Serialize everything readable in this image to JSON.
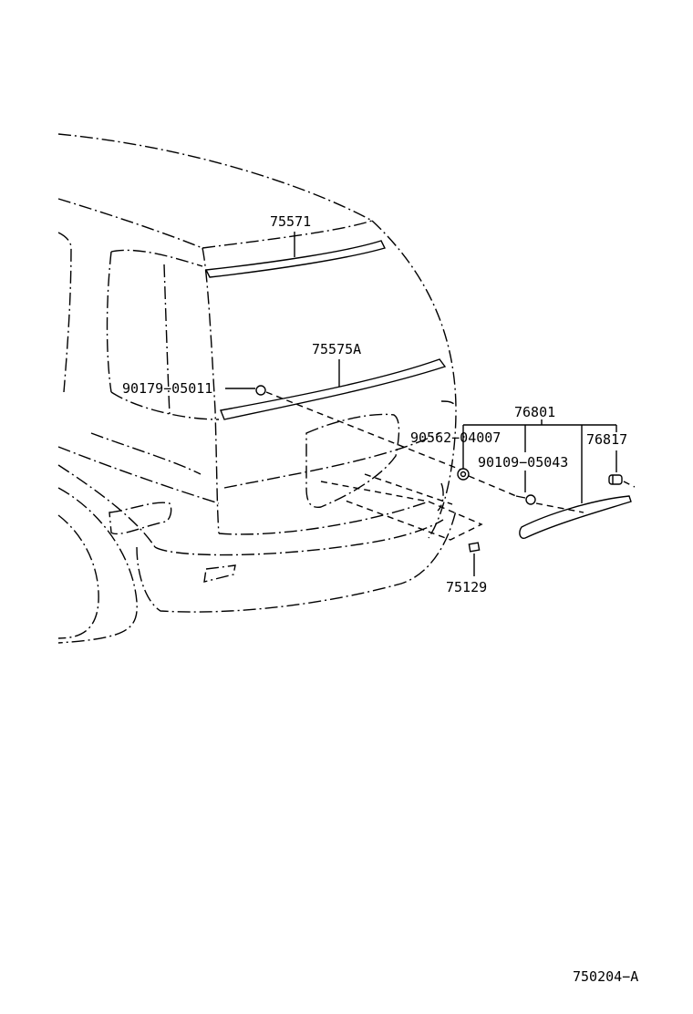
{
  "diagram": {
    "labels": {
      "p75571": "75571",
      "p75575a": "75575A",
      "p90179_05011": "90179−05011",
      "p76801": "76801",
      "p90562_04007": "90562−04007",
      "p90109_05043": "90109−05043",
      "p76817": "76817",
      "p75129": "75129"
    },
    "figure_code": "750204−A"
  }
}
